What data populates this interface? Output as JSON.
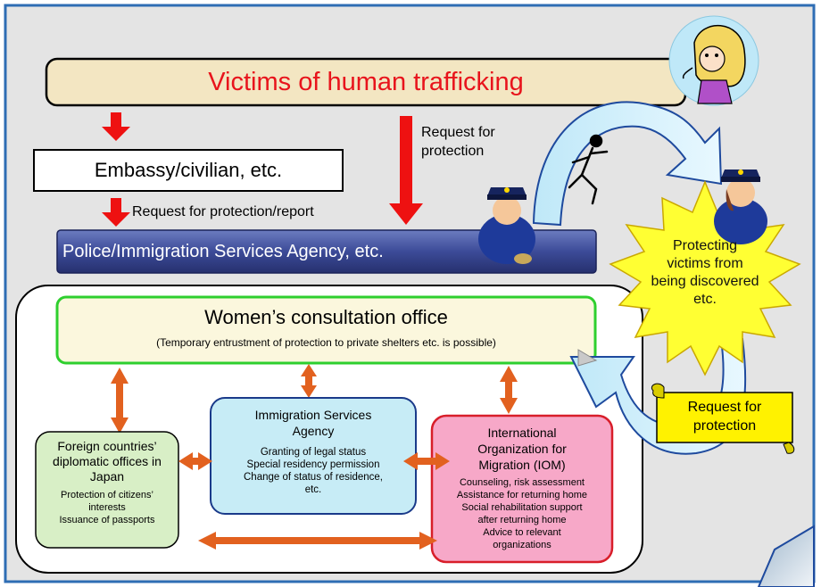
{
  "victims": {
    "title": "Victims of human trafficking",
    "color": "#e8141c"
  },
  "embassy": {
    "label": "Embassy/civilian, etc."
  },
  "request_protection_label": "Request for\nprotection",
  "request_report_label": "Request for protection/report",
  "police": {
    "label": "Police/Immigration Services Agency, etc."
  },
  "womens_office": {
    "title": "Women’s consultation office",
    "subtitle": "(Temporary entrustment of protection to private shelters etc. is possible)"
  },
  "foreign": {
    "title": "Foreign countries’\ndiplomatic offices in\nJapan",
    "items": "Protection of citizens’\ninterests\nIssuance of passports"
  },
  "immigration": {
    "title": "Immigration Services\nAgency",
    "items": "Granting of legal status\nSpecial residency permission\nChange of status of residence,\netc."
  },
  "iom": {
    "title": "International\nOrganization for\nMigration (IOM)",
    "items": "Counseling, risk assessment\nAssistance for returning home\nSocial rehabilitation support\nafter returning home\nAdvice to relevant\norganizations"
  },
  "starburst": {
    "label": "Protecting\nvictims from\nbeing discovered\netc."
  },
  "scroll": {
    "label": "Request for\nprotection"
  },
  "colors": {
    "panel_bg": "#e4e4e4",
    "border_blue": "#2e6db4",
    "red_arrow": "#ee1111",
    "orange_arrow": "#e2611f",
    "green_border": "#2ecf2e",
    "foreign_fill": "#d8efc6",
    "immigration_fill": "#c7ecf6",
    "iom_fill": "#f7a8c8",
    "star_fill": "#ffff33",
    "scroll_fill": "#fff200",
    "police_fill": "#3e4d97"
  }
}
